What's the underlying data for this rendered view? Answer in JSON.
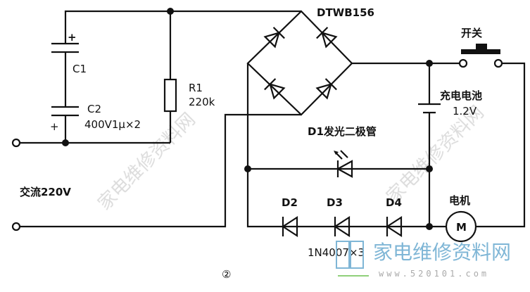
{
  "labels": {
    "bridge": "DTWB156",
    "c1": "C1",
    "c2": "C2",
    "c_spec": "400V1μ×2",
    "r1": "R1",
    "r1_value": "220k",
    "switch": "开关",
    "battery": "充电电池",
    "battery_voltage": "1.2V",
    "led": "D1发光二极管",
    "ac_input": "交流220V",
    "d2": "D2",
    "d3": "D3",
    "d4": "D4",
    "motor": "电机",
    "motor_symbol": "M",
    "diode_spec": "1N4007×3",
    "figure_number": "②",
    "plus1": "+",
    "plus2": "+"
  },
  "watermark": {
    "site_name": "家电维修资料网",
    "url": "www.520101.com"
  }
}
